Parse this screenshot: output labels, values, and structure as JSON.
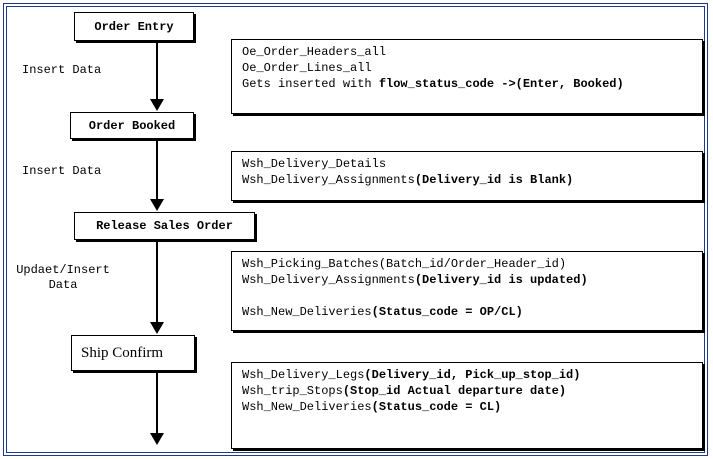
{
  "steps": {
    "order_entry": "Order Entry",
    "order_booked": "Order Booked",
    "release_sales_order": "Release Sales Order",
    "ship_confirm": "Ship Confirm"
  },
  "transitions": {
    "t1": "Insert Data",
    "t2": "Insert Data",
    "t3_line1": "Updaet/Insert",
    "t3_line2": "Data"
  },
  "notes": {
    "order_entry": {
      "l1": "Oe_Order_Headers_all",
      "l2": "Oe_Order_Lines_all",
      "l3_prefix": "Gets inserted with ",
      "l3_bold": "flow_status_code ->(Enter, Booked)"
    },
    "order_booked": {
      "l1": "Wsh_Delivery_Details",
      "l2_prefix": "Wsh_Delivery_Assignments",
      "l2_bold": "(Delivery_id is Blank)"
    },
    "release": {
      "l1": "Wsh_Picking_Batches(Batch_id/Order_Header_id)",
      "l2_prefix": "Wsh_Delivery_Assignments",
      "l2_bold": "(Delivery_id is updated)",
      "l3_prefix": "Wsh_New_Deliveries",
      "l3_bold": "(Status_code = OP/CL)"
    },
    "ship": {
      "l1_prefix": "Wsh_Delivery_Legs",
      "l1_bold": "(Delivery_id, Pick_up_stop_id)",
      "l2_prefix": "Wsh_trip_Stops",
      "l2_bold": "(Stop_id Actual departure date)",
      "l3_prefix": "Wsh_New_Deliveries",
      "l3_bold": "(Status_code = CL)"
    }
  },
  "colors": {
    "frame_border": "#1f3a8a",
    "line": "#000000"
  }
}
